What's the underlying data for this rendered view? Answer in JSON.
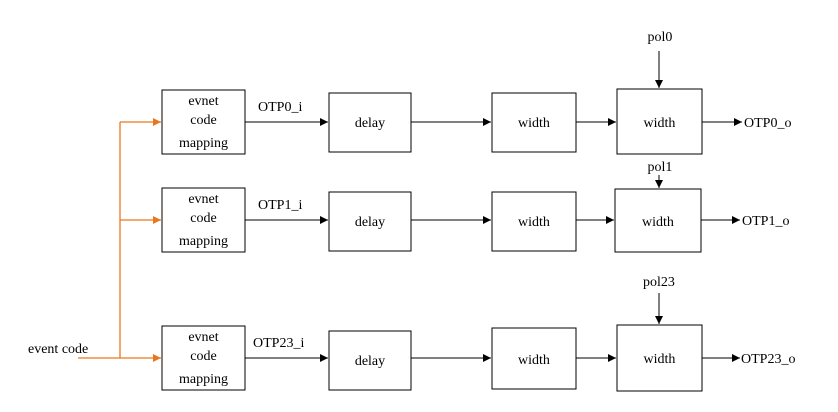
{
  "colors": {
    "line": "#000000",
    "input_bus": "#E8771F",
    "box_fill": "#ffffff"
  },
  "input_label": "event code",
  "rows": [
    {
      "mapping_lines": [
        "evnet",
        "code",
        "mapping"
      ],
      "signal_in": "OTP0_i",
      "delay": "delay",
      "width1": "width",
      "width2": "width",
      "pol": "pol0",
      "signal_out": "OTP0_o"
    },
    {
      "mapping_lines": [
        "evnet",
        "code",
        "mapping"
      ],
      "signal_in": "OTP1_i",
      "delay": "delay",
      "width1": "width",
      "width2": "width",
      "pol": "pol1",
      "signal_out": "OTP1_o"
    },
    {
      "mapping_lines": [
        "evnet",
        "code",
        "mapping"
      ],
      "signal_in": "OTP23_i",
      "delay": "delay",
      "width1": "width",
      "width2": "width",
      "pol": "pol23",
      "signal_out": "OTP23_o"
    }
  ]
}
